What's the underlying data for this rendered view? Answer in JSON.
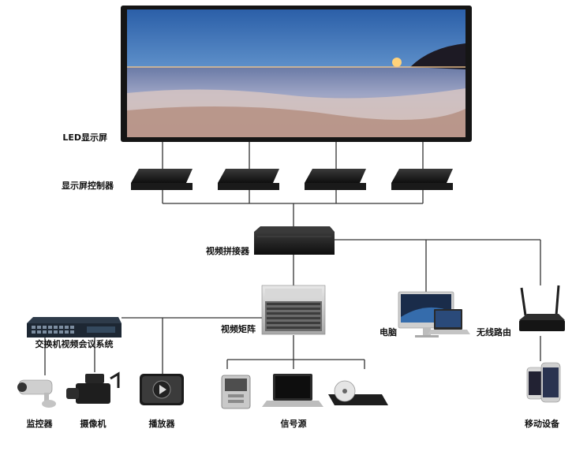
{
  "labels": {
    "led_screen": "LED显示屏",
    "screen_controller": "显示屏控制器",
    "video_splicer": "视频拼接器",
    "video_matrix": "视频矩阵",
    "switch_video_conf": "交换机视频会议系统",
    "monitor": "监控器",
    "camcorder": "摄像机",
    "player": "播放器",
    "signal_source": "信号源",
    "computer": "电脑",
    "wireless_router": "无线路由",
    "mobile_device": "移动设备"
  },
  "colors": {
    "line": "#333333",
    "device_dark": "#1b1b1b",
    "text": "#111111"
  },
  "icons": {
    "led_screen": "led-screen-icon",
    "controller": "screen-controller-icon",
    "splicer": "video-splicer-icon",
    "matrix": "video-matrix-icon",
    "switch": "network-switch-icon",
    "camera": "security-camera-icon",
    "camcorder": "camcorder-icon",
    "player": "media-player-icon",
    "server": "server-icon",
    "laptop": "laptop-icon",
    "bluray": "bluray-player-icon",
    "computer": "desktop-computer-icon",
    "router": "wireless-router-icon",
    "phone": "smartphone-icon"
  }
}
